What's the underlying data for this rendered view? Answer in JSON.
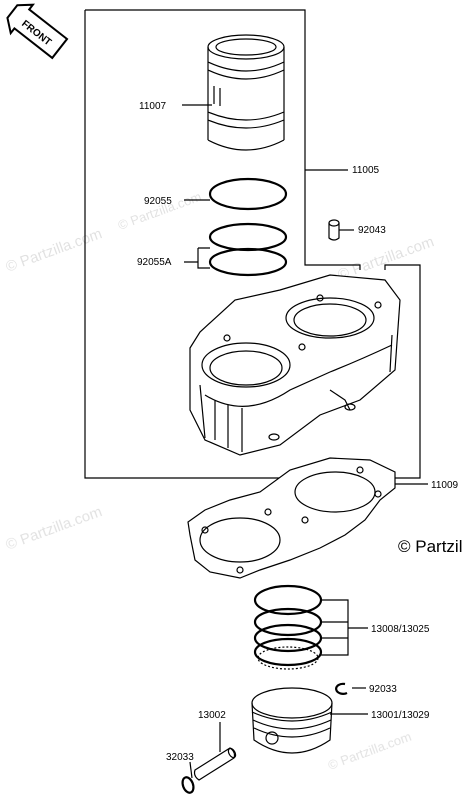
{
  "front_badge": {
    "text": "FRONT"
  },
  "watermark": {
    "text": "© Partzilla.com",
    "side_text": "© Partzil"
  },
  "parts": [
    {
      "id": "11007"
    },
    {
      "id": "11005"
    },
    {
      "id": "92055"
    },
    {
      "id": "92043"
    },
    {
      "id": "92055A"
    },
    {
      "id": "11009"
    },
    {
      "id": "13008/13025"
    },
    {
      "id": "92033"
    },
    {
      "id": "13002"
    },
    {
      "id": "13001/13029"
    },
    {
      "id": "32033"
    }
  ]
}
